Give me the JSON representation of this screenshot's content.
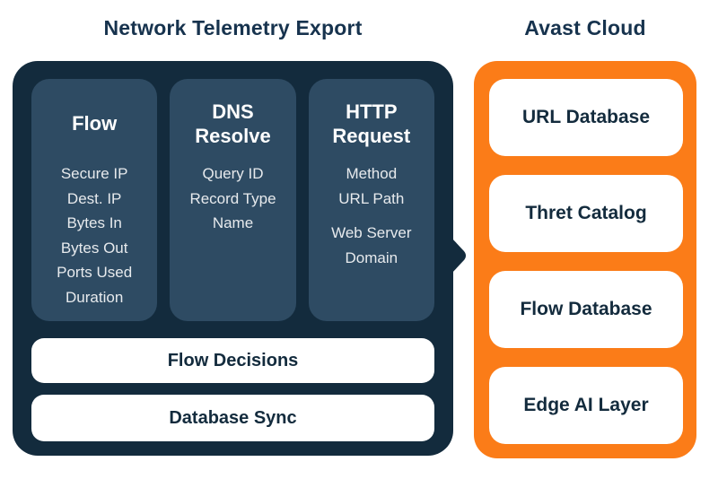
{
  "titles": {
    "left": "Network Telemetry Export",
    "right": "Avast Cloud"
  },
  "colors": {
    "navy": "#132b3d",
    "column_bg": "#2e4b63",
    "orange": "#fb7c18",
    "title_text": "#17334e",
    "item_text": "#e7eaed",
    "bg": "#ffffff"
  },
  "telemetry_panel": {
    "columns": [
      {
        "title": "Flow",
        "items": [
          {
            "label": "Secure IP"
          },
          {
            "label": "Dest. IP"
          },
          {
            "label": "Bytes In"
          },
          {
            "label": "Bytes Out"
          },
          {
            "label": "Ports Used"
          },
          {
            "label": "Duration"
          }
        ]
      },
      {
        "title": "DNS Resolve",
        "items": [
          {
            "label": "Query ID"
          },
          {
            "label": "Record Type"
          },
          {
            "label": "Name"
          }
        ]
      },
      {
        "title": "HTTP Request",
        "items": [
          {
            "label": "Method"
          },
          {
            "label": "URL Path"
          },
          {
            "label": "Web Server Domain",
            "spaced": true
          }
        ]
      }
    ],
    "bars": [
      "Flow Decisions",
      "Database Sync"
    ]
  },
  "cloud_panel": {
    "cards": [
      "URL Database",
      "Thret Catalog",
      "Flow Database",
      "Edge AI Layer"
    ]
  }
}
